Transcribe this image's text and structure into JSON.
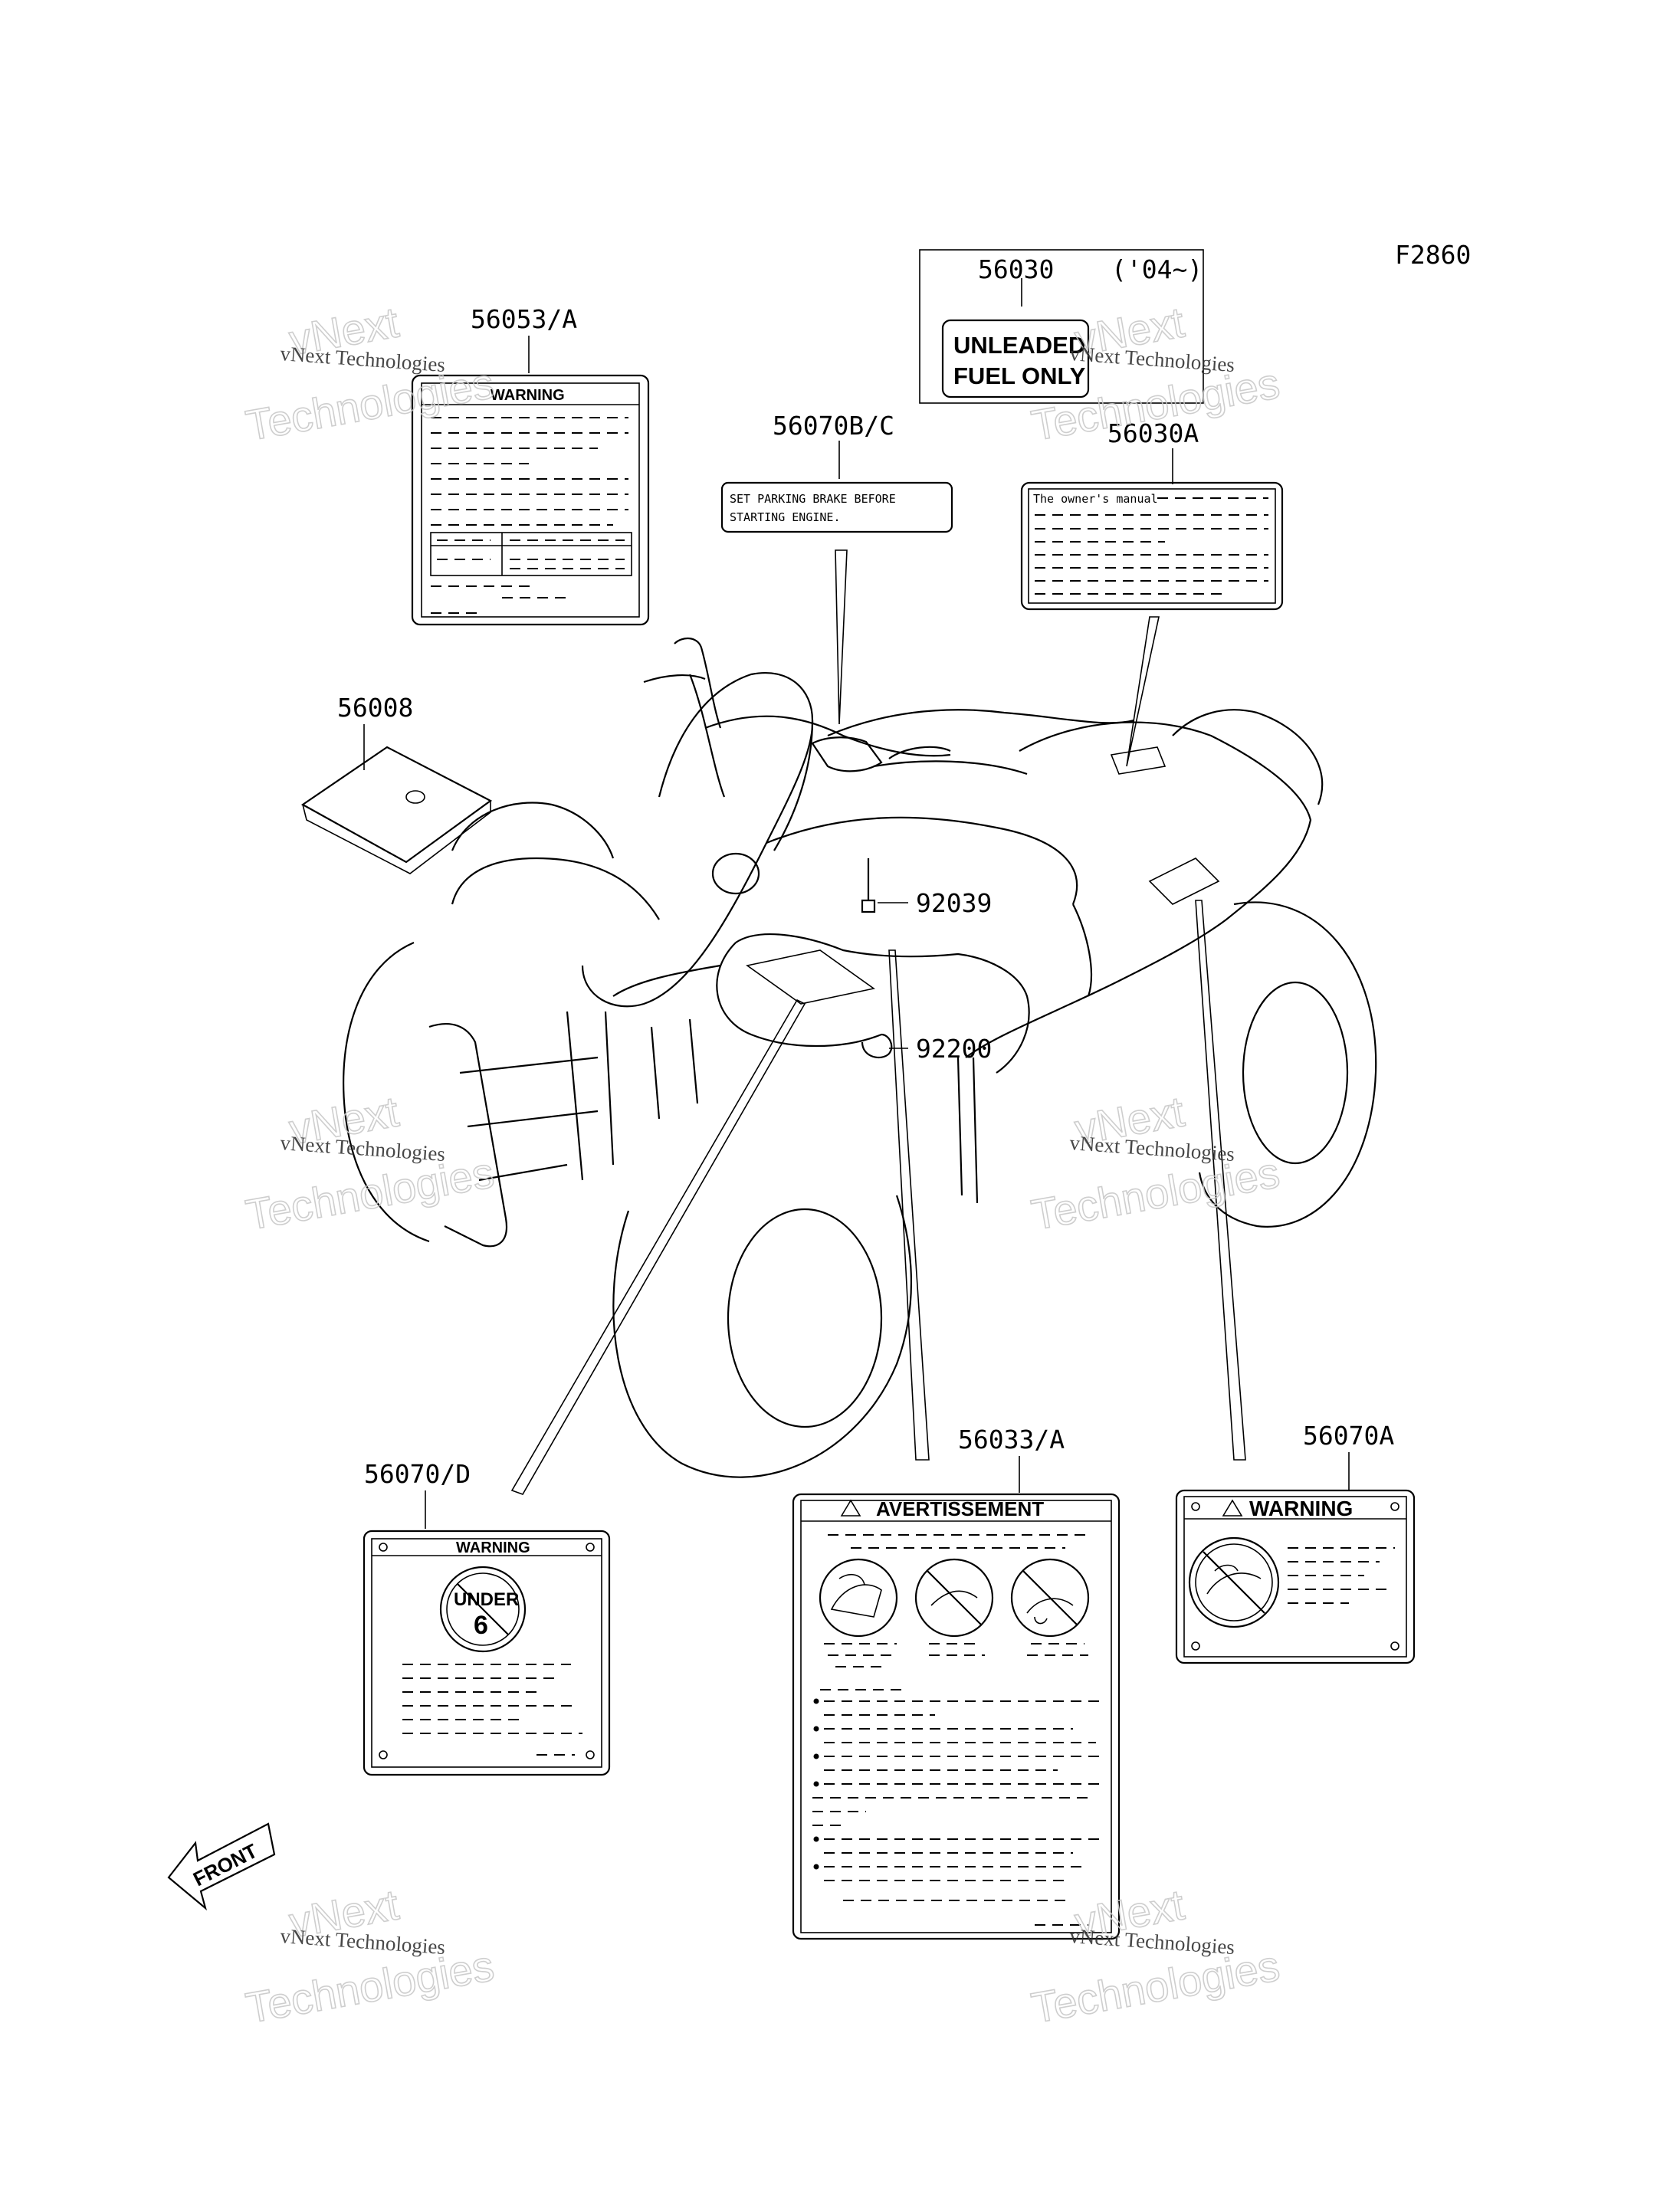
{
  "figure_code": "F2860",
  "parts": {
    "p56053": "56053/A",
    "p56030": "56030",
    "p56030_years": "('04~)",
    "p56030A": "56030A",
    "p56070BC": "56070B/C",
    "p56008": "56008",
    "p92039": "92039",
    "p92200": "92200",
    "p56070D": "56070/D",
    "p56033A": "56033/A",
    "p56070A": "56070A"
  },
  "decal_text": {
    "warning": "WARNING",
    "unleaded_line1": "UNLEADED",
    "unleaded_line2": "FUEL ONLY",
    "parking_line1": "SET PARKING BRAKE BEFORE",
    "parking_line2": "STARTING ENGINE.",
    "owners_manual": "The owner's manual",
    "avertissement": "AVERTISSEMENT",
    "under_text": "UNDER",
    "under_age": "6"
  },
  "front_arrow": "FRONT",
  "watermark": {
    "brand": "vNext",
    "subtitle": "Technologies",
    "full": "vNext Technologies"
  }
}
